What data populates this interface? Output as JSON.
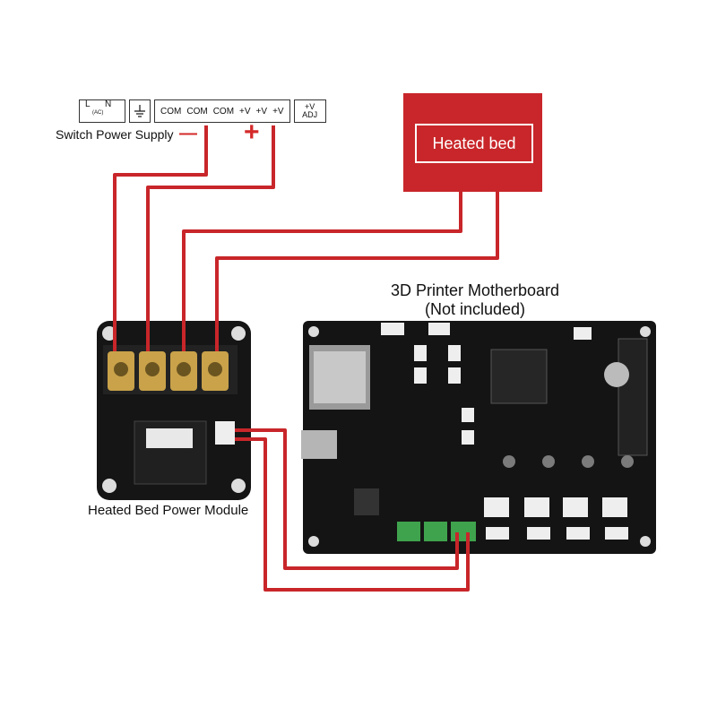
{
  "power_supply": {
    "label": "Switch Power Supply",
    "terminals": {
      "l": "L",
      "n": "N",
      "ac": "(AC)",
      "com1": "COM",
      "com2": "COM",
      "com3": "COM",
      "v1": "+V",
      "v2": "+V",
      "v3": "+V",
      "adj_top": "+V",
      "adj_bottom": "ADJ"
    },
    "minus": "—",
    "plus": "+"
  },
  "heated_bed": {
    "label": "Heated bed"
  },
  "motherboard": {
    "title_line1": "3D Printer Motherboard",
    "title_line2": "(Not included)"
  },
  "power_module": {
    "label": "Heated Bed Power Module"
  },
  "colors": {
    "wire": "#c8262a",
    "bed": "#c8262a",
    "board": "#141414",
    "terminal_green": "#3fa34d"
  }
}
